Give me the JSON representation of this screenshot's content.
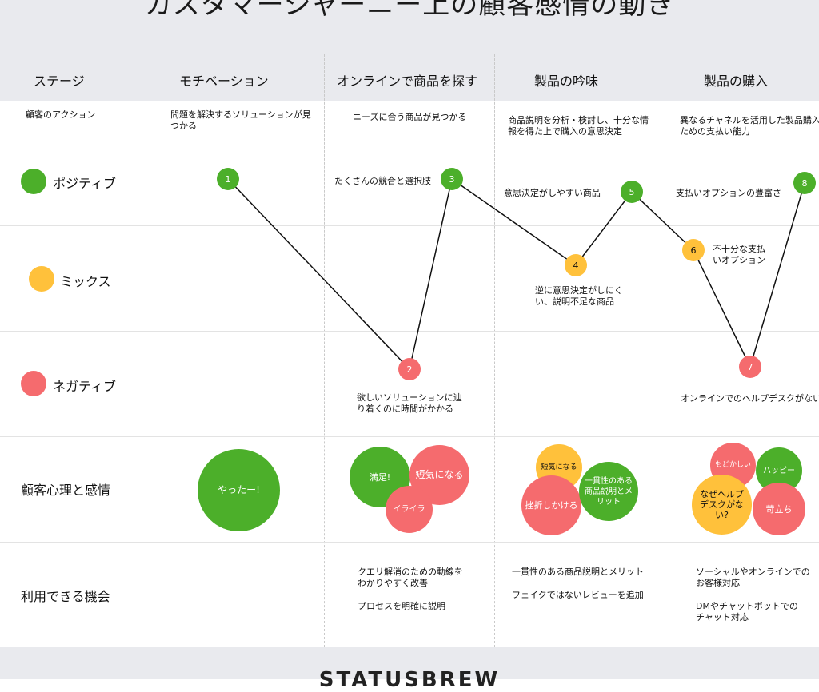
{
  "title": "カスタマージャーニー上の顧客感情の動き",
  "colors": {
    "positive": "#4caf2a",
    "mix": "#ffc13b",
    "negative": "#f56b6e",
    "band": "#e9eaee"
  },
  "stages": {
    "header": "ステージ",
    "items": [
      "モチベーション",
      "オンラインで商品を探す",
      "製品の吟味",
      "製品の購入"
    ]
  },
  "actions": {
    "label": "顧客のアクション",
    "items": [
      "問題を解決するソリューションが見つかる",
      "ニーズに合う商品が見つかる",
      "商品説明を分析・検討し、十分な情報を得た上で購入の意思決定",
      "異なるチャネルを活用した製品購入のための支払い能力"
    ]
  },
  "legend": {
    "positive": "ポジティブ",
    "mix": "ミックス",
    "negative": "ネガティブ"
  },
  "nodes": [
    {
      "n": "1",
      "level": "positive"
    },
    {
      "n": "2",
      "level": "negative"
    },
    {
      "n": "3",
      "level": "positive"
    },
    {
      "n": "4",
      "level": "mix"
    },
    {
      "n": "5",
      "level": "positive"
    },
    {
      "n": "6",
      "level": "mix"
    },
    {
      "n": "7",
      "level": "negative"
    },
    {
      "n": "8",
      "level": "positive"
    }
  ],
  "annotations": {
    "n2": "欲しいソリューションに辿り着くのに時間がかかる",
    "n3": "たくさんの競合と選択肢",
    "n4": "逆に意思決定がしにくい、説明不足な商品",
    "n5": "意思決定がしやすい商品",
    "n6": "不十分な支払いオプション",
    "n7": "オンラインでのヘルプデスクがない",
    "n8": "支払いオプションの豊富さ"
  },
  "emotions": {
    "label": "顧客心理と感情",
    "col1": [
      "やったー!"
    ],
    "col2": [
      "満足!",
      "短気になる",
      "イライラ"
    ],
    "col3": [
      "短気になる",
      "挫折しかける",
      "一貫性のある商品説明とメリット"
    ],
    "col4": [
      "もどかしい",
      "ハッピー",
      "なぜヘルプデスクがない?",
      "苛立ち"
    ]
  },
  "opportunities": {
    "label": "利用できる機会",
    "col2": [
      "クエリ解消のための動線をわかりやすく改善",
      "プロセスを明確に説明"
    ],
    "col3": [
      "一貫性のある商品説明とメリット",
      "フェイクではないレビューを追加"
    ],
    "col4": [
      "ソーシャルやオンラインでのお客様対応",
      "DMやチャットボットでのチャット対応"
    ]
  },
  "footer": {
    "brand": "STATUSBREW"
  }
}
